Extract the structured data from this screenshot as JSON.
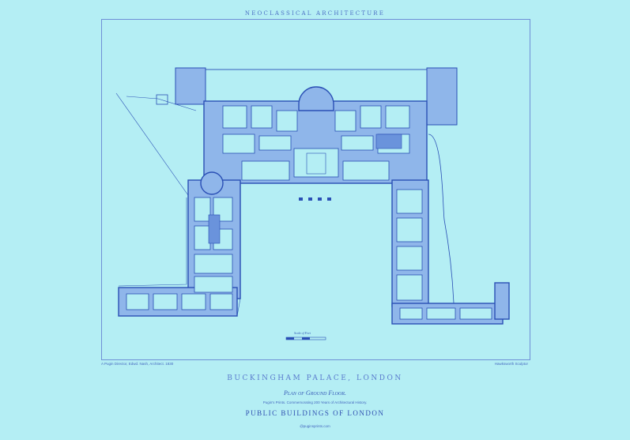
{
  "header": {
    "series_label": "NEOCLASSICAL ARCHITECTURE"
  },
  "plan": {
    "scale_label": "Scale of Feet",
    "wall_color": "#2a4fb5",
    "fill_color": "#8fb6ea",
    "room_color": "#b4eef4"
  },
  "credits": {
    "left": "A Pugin Director, Edwd. Nash, Architect. 1830",
    "right": "Hawksworth Sculptor"
  },
  "footer": {
    "title": "BUCKINGHAM PALACE, LONDON",
    "subtitle": "Plan of Ground Floor.",
    "tagline": "Pugin's Prints. Commemorating 200 Years of Architectural History.",
    "series": "PUBLIC BUILDINGS OF LONDON",
    "website": "@puginsprints.com"
  }
}
